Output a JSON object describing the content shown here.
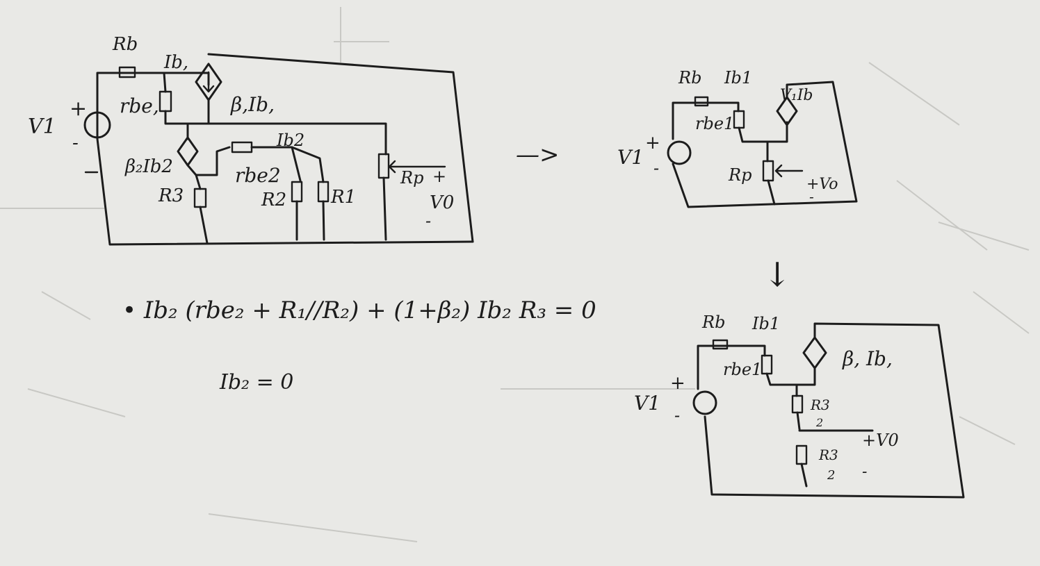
{
  "circuit_a": {
    "rb": "Rb",
    "ib1": "Ib,",
    "rbe1": "rbe,",
    "beta1_ib1": "β,Ib,",
    "v1": "V1",
    "plus": "+",
    "minus": "-",
    "beta2_ib2": "β₂Ib2",
    "r3": "R3",
    "ib2": "Ib2",
    "rbe2": "rbe2",
    "r2": "R2",
    "r1": "R1",
    "rp": "Rp",
    "v0": "V0",
    "v0_plus": "+",
    "v0_minus": "-"
  },
  "arrow_right": "—>",
  "circuit_b": {
    "rb": "Rb",
    "ib1": "Ib1",
    "rbe1": "rbe1",
    "beta_ib": "V₁Ib",
    "v1": "V1",
    "plus": "+",
    "minus": "-",
    "rp": "Rp",
    "v0": "+Vo",
    "v0_minus": "-"
  },
  "arrow_down": "↓",
  "circuit_c": {
    "rb": "Rb",
    "ib1": "Ib1",
    "rbe1": "rbe1",
    "beta_ib": "β, Ib,",
    "v1": "V1",
    "plus": "+",
    "minus": "-",
    "r3_half_top": "R3",
    "r3_half_bot": "2",
    "r3_half2_top": "R3",
    "r3_half2_bot": "2",
    "v0": "+V0",
    "v0_minus": "-"
  },
  "equations": {
    "eq1": "• Ib₂ (rbe₂ + R₁//R₂) + (1+β₂) Ib₂ R₃ = 0",
    "eq2": "Ib₂ = 0"
  }
}
